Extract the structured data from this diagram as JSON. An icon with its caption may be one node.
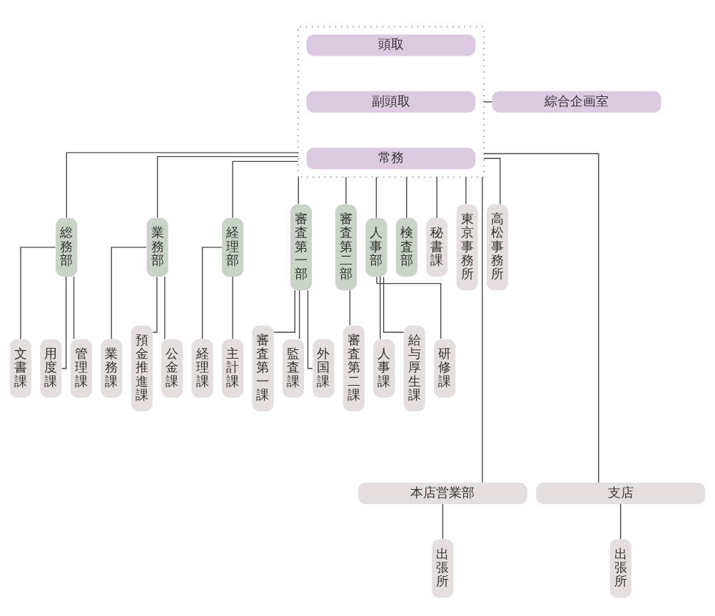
{
  "diagram": {
    "nodes": [
      {
        "text": [],
        "shape": "box"
      },
      {
        "text": [
          "頭取"
        ],
        "in": 0
      },
      {
        "text": [
          "副頭取"
        ],
        "in": 0
      },
      {
        "text": [
          "常務"
        ],
        "in": 0
      },
      {
        "text": [
          "綜合企画室"
        ]
      },
      {
        "text": [
          "総務部"
        ]
      },
      {
        "text": [
          "業務部"
        ]
      },
      {
        "text": [
          "経理部"
        ]
      },
      {
        "text": [
          "審査第一部"
        ]
      },
      {
        "text": [
          "審査第二部"
        ]
      },
      {
        "text": [
          "人事部"
        ]
      },
      {
        "text": [
          "検査部"
        ]
      },
      {
        "text": [
          "文書課"
        ]
      },
      {
        "text": [
          "用度課"
        ]
      },
      {
        "text": [
          "管理課"
        ]
      },
      {
        "text": [
          "業務課"
        ]
      },
      {
        "text": [
          "預金推進課"
        ]
      },
      {
        "text": [
          "公金課"
        ]
      },
      {
        "text": [
          "経理課"
        ]
      },
      {
        "text": [
          "主計課"
        ]
      },
      {
        "text": [
          "審査第一課"
        ]
      },
      {
        "text": [
          "監査課"
        ]
      },
      {
        "text": [
          "外国課"
        ]
      },
      {
        "text": [
          "審査第二課"
        ]
      },
      {
        "text": [
          "人事課"
        ]
      },
      {
        "text": [
          "給与厚生課"
        ]
      },
      {
        "text": [
          "研修課"
        ]
      },
      {
        "text": [
          "秘書課"
        ]
      },
      {
        "text": [
          "東京事務所"
        ]
      },
      {
        "text": [
          "高松事務所"
        ]
      },
      {
        "text": [
          "本店営業部"
        ]
      },
      {
        "text": [
          "支店"
        ]
      },
      {
        "text": [
          "出張所"
        ]
      },
      {
        "text": [
          "出張所"
        ]
      }
    ],
    "edges": [
      {
        "from": 0,
        "to": 4,
        "arrow": "none"
      },
      {
        "from": 0,
        "to": 5,
        "arrow": "none"
      },
      {
        "from": 0,
        "to": 6,
        "arrow": "none"
      },
      {
        "from": 0,
        "to": 7,
        "arrow": "none"
      },
      {
        "from": 0,
        "to": 8,
        "arrow": "none"
      },
      {
        "from": 0,
        "to": 9,
        "arrow": "none"
      },
      {
        "from": 0,
        "to": 10,
        "arrow": "none"
      },
      {
        "from": 0,
        "to": 11,
        "arrow": "none"
      },
      {
        "from": 0,
        "to": 27,
        "arrow": "none"
      },
      {
        "from": 0,
        "to": 28,
        "arrow": "none"
      },
      {
        "from": 0,
        "to": 29,
        "arrow": "none"
      },
      {
        "from": 0,
        "to": 30,
        "arrow": "none"
      },
      {
        "from": 0,
        "to": 31,
        "arrow": "none"
      },
      {
        "from": 5,
        "to": 12,
        "arrow": "none"
      },
      {
        "from": 5,
        "to": 13,
        "arrow": "none"
      },
      {
        "from": 5,
        "to": 14,
        "arrow": "none"
      },
      {
        "from": 6,
        "to": 15,
        "arrow": "none"
      },
      {
        "from": 6,
        "to": 16,
        "arrow": "none"
      },
      {
        "from": 6,
        "to": 17,
        "arrow": "none"
      },
      {
        "from": 7,
        "to": 18,
        "arrow": "none"
      },
      {
        "from": 7,
        "to": 19,
        "arrow": "none"
      },
      {
        "from": 8,
        "to": 20,
        "arrow": "none"
      },
      {
        "from": 8,
        "to": 21,
        "arrow": "none"
      },
      {
        "from": 8,
        "to": 22,
        "arrow": "none"
      },
      {
        "from": 9,
        "to": 23,
        "arrow": "none"
      },
      {
        "from": 10,
        "to": 24,
        "arrow": "none"
      },
      {
        "from": 10,
        "to": 25,
        "arrow": "none"
      },
      {
        "from": 10,
        "to": 26,
        "arrow": "none"
      },
      {
        "from": 30,
        "to": 32,
        "arrow": "none"
      },
      {
        "from": 31,
        "to": 33,
        "arrow": "none"
      }
    ]
  }
}
